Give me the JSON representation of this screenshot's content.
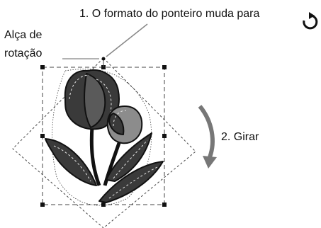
{
  "callouts": {
    "step1": "1. O formato do ponteiro muda para",
    "handle_label_line1": "Alça de",
    "handle_label_line2": "rotação",
    "step2": "2. Girar"
  },
  "icons": {
    "pointer": "rotate-pointer-icon",
    "rotation_arrow": "rotate-arrow-icon"
  },
  "colors": {
    "ink": "#111111",
    "dark_fill": "#3a3a3a",
    "mid_fill": "#8c8c8c",
    "frame": "#444444",
    "arrow_gray": "#777777"
  }
}
